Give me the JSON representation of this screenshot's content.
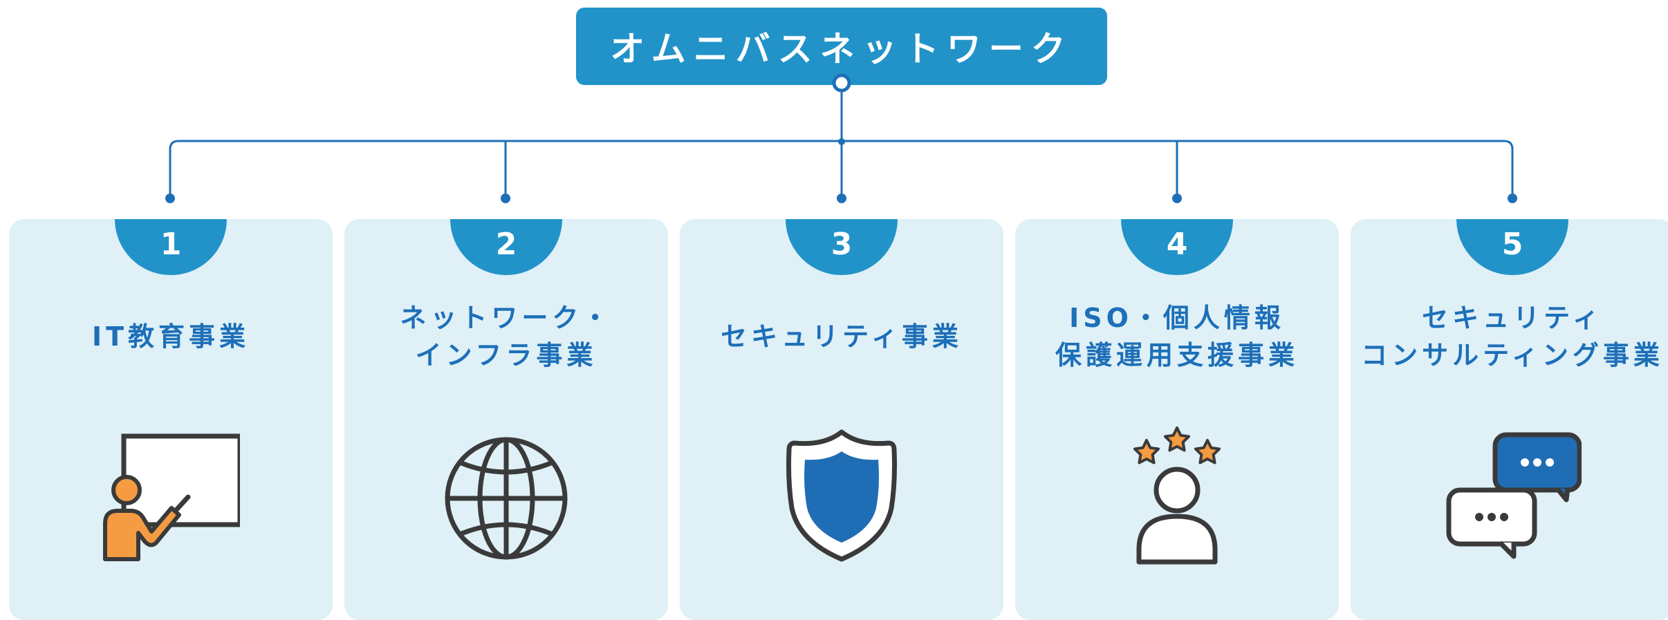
{
  "root": {
    "title": "オムニバスネットワーク"
  },
  "branches": [
    {
      "number": "1",
      "label_lines": [
        "IT教育事業"
      ],
      "icon": "presenter-whiteboard-icon"
    },
    {
      "number": "2",
      "label_lines": [
        "ネットワーク・",
        "インフラ事業"
      ],
      "icon": "globe-icon"
    },
    {
      "number": "3",
      "label_lines": [
        "セキュリティ事業"
      ],
      "icon": "shield-icon"
    },
    {
      "number": "4",
      "label_lines": [
        "ISO・個人情報",
        "保護運用支援事業"
      ],
      "icon": "user-rating-stars-icon"
    },
    {
      "number": "5",
      "label_lines": [
        "セキュリティ",
        "コンサルティング事業"
      ],
      "icon": "chat-bubbles-icon"
    }
  ],
  "colors": {
    "primary": "#2293c8",
    "connector": "#1d6fb8",
    "card_bg": "#dff0f7",
    "label_text": "#1d6fb8",
    "icon_outline": "#3a3a3a",
    "accent_orange": "#f59b42",
    "shield_blue": "#1f6db5"
  }
}
